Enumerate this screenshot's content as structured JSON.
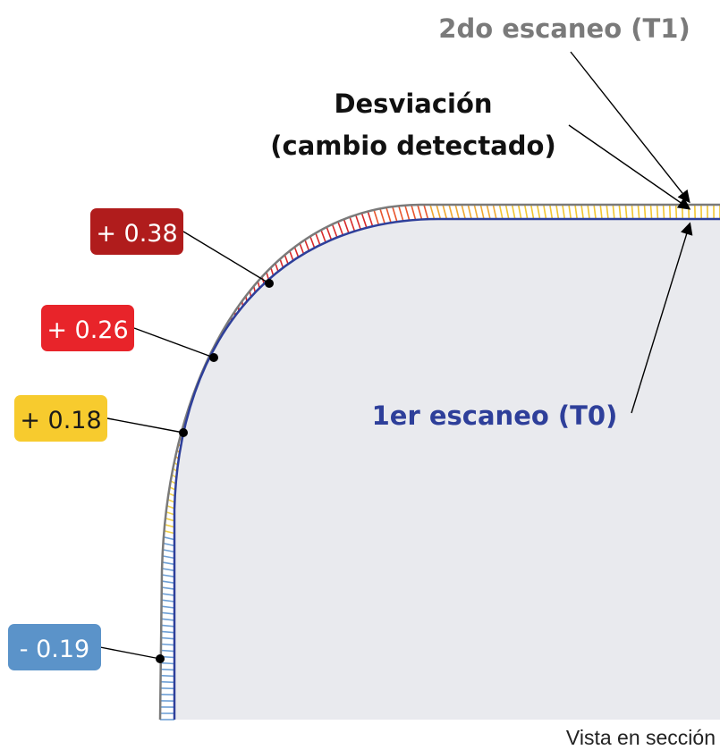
{
  "labels": {
    "second_scan": "2do escaneo (T1)",
    "deviation_line1": "Desviación",
    "deviation_line2": "(cambio detectado)",
    "first_scan": "1er escaneo (T0)",
    "caption": "Vista en sección"
  },
  "badges": [
    {
      "text": "+ 0.38",
      "color": "#b01c1c"
    },
    {
      "text": "+ 0.26",
      "color": "#e8242a"
    },
    {
      "text": "+ 0.18",
      "color": "#f7cb2e",
      "text_color": "#1a1a1a"
    },
    {
      "text": "- 0.19",
      "color": "#5b93c9"
    }
  ],
  "colors": {
    "first_scan": "#2e3f9a",
    "second_scan": "#7a7a7a",
    "first_scan_label": "#2e3f9a",
    "second_scan_label": "#7a7a7a",
    "fill": "#e9eaee"
  }
}
